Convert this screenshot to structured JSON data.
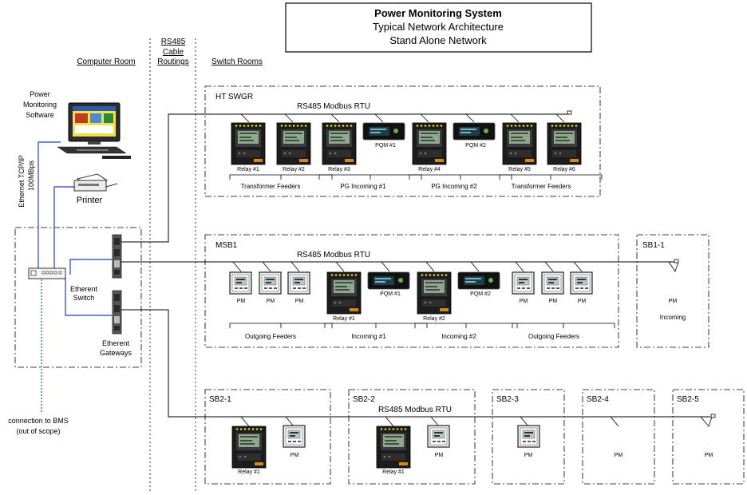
{
  "title": {
    "line1": "Power Monitoring System",
    "line2": "Typical Network Architecture",
    "line3": "Stand Alone Network"
  },
  "columns": {
    "computer_room": "Computer Room",
    "rs485_line1": "RS485",
    "rs485_line2": "Cable",
    "rs485_line3": "Routings",
    "switch_rooms": "Switch Rooms"
  },
  "computer": {
    "software_line1": "Power",
    "software_line2": "Monitoring",
    "software_line3": "Software",
    "ethernet_line1": "Ethernet TCP/IP",
    "ethernet_line2": "100MBps",
    "printer": "Printer",
    "switch_line1": "Etherent",
    "switch_line2": "Switch",
    "gateways_line1": "Etherent",
    "gateways_line2": "Gateways",
    "bms_line1": "connection to BMS",
    "bms_line2": "(out of scope)"
  },
  "bus_label": "RS485 Modbus RTU",
  "ht": {
    "name": "HT SWGR",
    "devices": [
      "Relay #1",
      "Relay #2",
      "Relay #3",
      "PQM #1",
      "Relay #4",
      "PQM #2",
      "Relay #5",
      "Relay #6"
    ],
    "groups": [
      "Transformer Feeders",
      "PG Incoming #1",
      "PG Incoming #2",
      "Transformer Feeders"
    ]
  },
  "msb": {
    "name": "MSB1",
    "devices": [
      "PM",
      "PM",
      "PM",
      "Relay #1",
      "PQM #1",
      "Relay #2",
      "PQM #2",
      "PM",
      "PM",
      "PM"
    ],
    "groups": [
      "Outgoing Feeders",
      "Incoming #1",
      "Incoming #2",
      "Outgoing Feeders"
    ]
  },
  "sb11": {
    "name": "SB1-1",
    "device": "PM",
    "group": "Incoming"
  },
  "sb2": {
    "panels": [
      "SB2-1",
      "SB2-2",
      "SB2-3",
      "SB2-4",
      "SB2-5"
    ],
    "devices": [
      "Relay #1",
      "PM",
      "Relay #1",
      "PM",
      "PM",
      "PM",
      "PM"
    ]
  }
}
